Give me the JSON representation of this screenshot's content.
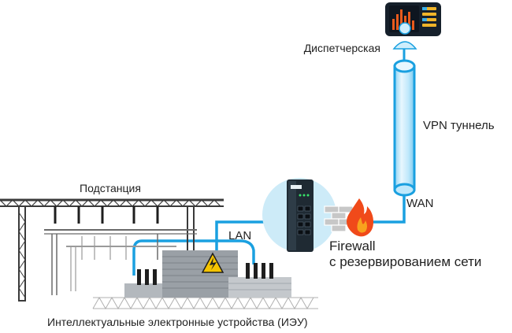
{
  "labels": {
    "dispatch": "Диспетчерская",
    "vpn": "VPN туннель",
    "wan": "WAN",
    "substation": "Подстанция",
    "lan": "LAN",
    "firewall_title": "Firewall",
    "firewall_sub": "с резервированием сети",
    "ied": "Интеллектуальные электронные устройства (ИЭУ)"
  },
  "colors": {
    "link": "#1aa0e0",
    "tunnel": "#bfe8fb",
    "router_bg": "#cdebf8",
    "router_body": "#1f2a33",
    "fire": "#f04a1a",
    "brick": "#b9b9b9",
    "monitor": "#16202b",
    "building": "#9aa0a6",
    "warning": "#f5c400"
  },
  "icons": [
    "control-room-monitor-icon",
    "industrial-router-icon",
    "firewall-icon",
    "substation-icon",
    "hazard-icon",
    "cloud-icon"
  ]
}
